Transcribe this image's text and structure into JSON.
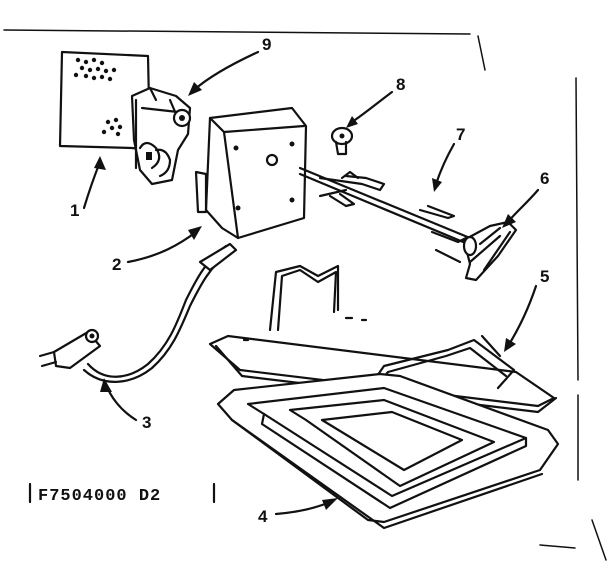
{
  "diagram": {
    "part_labels": [
      "1",
      "2",
      "3",
      "4",
      "5",
      "6",
      "7",
      "8",
      "9"
    ],
    "code_text": "F7504000 D2"
  }
}
